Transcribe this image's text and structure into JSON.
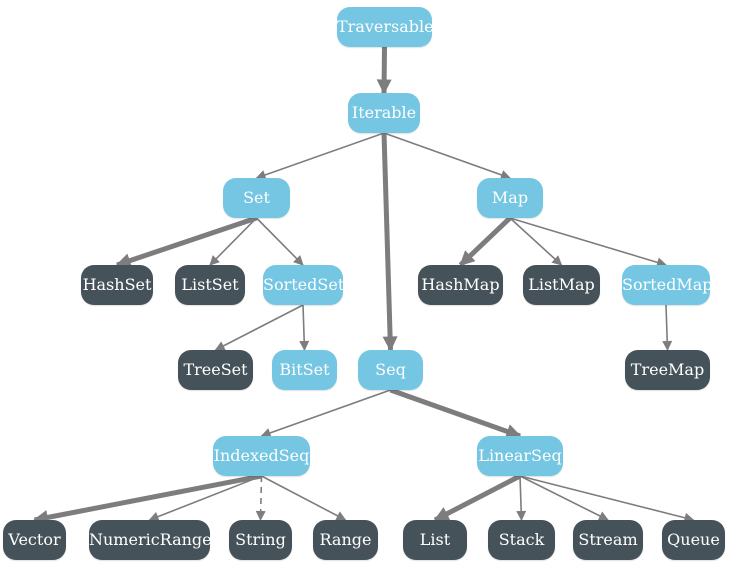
{
  "diagram": {
    "colors": {
      "trait": "#74C6E3",
      "class": "#46525A",
      "arrow": "#7d7d7d",
      "label": "#ffffff"
    },
    "nodes": [
      {
        "id": "traversable",
        "label": "Traversable",
        "kind": "trait"
      },
      {
        "id": "iterable",
        "label": "Iterable",
        "kind": "trait"
      },
      {
        "id": "set",
        "label": "Set",
        "kind": "trait"
      },
      {
        "id": "map",
        "label": "Map",
        "kind": "trait"
      },
      {
        "id": "hashset",
        "label": "HashSet",
        "kind": "class"
      },
      {
        "id": "listset",
        "label": "ListSet",
        "kind": "class"
      },
      {
        "id": "sortedset",
        "label": "SortedSet",
        "kind": "trait"
      },
      {
        "id": "hashmap",
        "label": "HashMap",
        "kind": "class"
      },
      {
        "id": "listmap",
        "label": "ListMap",
        "kind": "class"
      },
      {
        "id": "sortedmap",
        "label": "SortedMap",
        "kind": "trait"
      },
      {
        "id": "treeset",
        "label": "TreeSet",
        "kind": "class"
      },
      {
        "id": "bitset",
        "label": "BitSet",
        "kind": "trait"
      },
      {
        "id": "seq",
        "label": "Seq",
        "kind": "trait"
      },
      {
        "id": "treemap",
        "label": "TreeMap",
        "kind": "class"
      },
      {
        "id": "indexedseq",
        "label": "IndexedSeq",
        "kind": "trait"
      },
      {
        "id": "linearseq",
        "label": "LinearSeq",
        "kind": "trait"
      },
      {
        "id": "vector",
        "label": "Vector",
        "kind": "class"
      },
      {
        "id": "numericrange",
        "label": "NumericRange",
        "kind": "class"
      },
      {
        "id": "string",
        "label": "String",
        "kind": "class"
      },
      {
        "id": "range",
        "label": "Range",
        "kind": "class"
      },
      {
        "id": "list",
        "label": "List",
        "kind": "class"
      },
      {
        "id": "stack",
        "label": "Stack",
        "kind": "class"
      },
      {
        "id": "stream",
        "label": "Stream",
        "kind": "class"
      },
      {
        "id": "queue",
        "label": "Queue",
        "kind": "class"
      }
    ],
    "edges": [
      {
        "from": "traversable",
        "to": "iterable",
        "weight": "thick"
      },
      {
        "from": "iterable",
        "to": "set",
        "weight": "thin"
      },
      {
        "from": "iterable",
        "to": "seq",
        "weight": "thick"
      },
      {
        "from": "iterable",
        "to": "map",
        "weight": "thin"
      },
      {
        "from": "set",
        "to": "hashset",
        "weight": "thick"
      },
      {
        "from": "set",
        "to": "listset",
        "weight": "thin"
      },
      {
        "from": "set",
        "to": "sortedset",
        "weight": "thin"
      },
      {
        "from": "sortedset",
        "to": "treeset",
        "weight": "thin"
      },
      {
        "from": "sortedset",
        "to": "bitset",
        "weight": "thin"
      },
      {
        "from": "map",
        "to": "hashmap",
        "weight": "thick"
      },
      {
        "from": "map",
        "to": "listmap",
        "weight": "thin"
      },
      {
        "from": "map",
        "to": "sortedmap",
        "weight": "thin"
      },
      {
        "from": "sortedmap",
        "to": "treemap",
        "weight": "thin"
      },
      {
        "from": "seq",
        "to": "indexedseq",
        "weight": "thin"
      },
      {
        "from": "seq",
        "to": "linearseq",
        "weight": "thick"
      },
      {
        "from": "indexedseq",
        "to": "vector",
        "weight": "thick"
      },
      {
        "from": "indexedseq",
        "to": "numericrange",
        "weight": "thin"
      },
      {
        "from": "indexedseq",
        "to": "string",
        "weight": "dashed"
      },
      {
        "from": "indexedseq",
        "to": "range",
        "weight": "thin"
      },
      {
        "from": "linearseq",
        "to": "list",
        "weight": "thick"
      },
      {
        "from": "linearseq",
        "to": "stack",
        "weight": "thin"
      },
      {
        "from": "linearseq",
        "to": "stream",
        "weight": "thin"
      },
      {
        "from": "linearseq",
        "to": "queue",
        "weight": "thin"
      }
    ]
  }
}
